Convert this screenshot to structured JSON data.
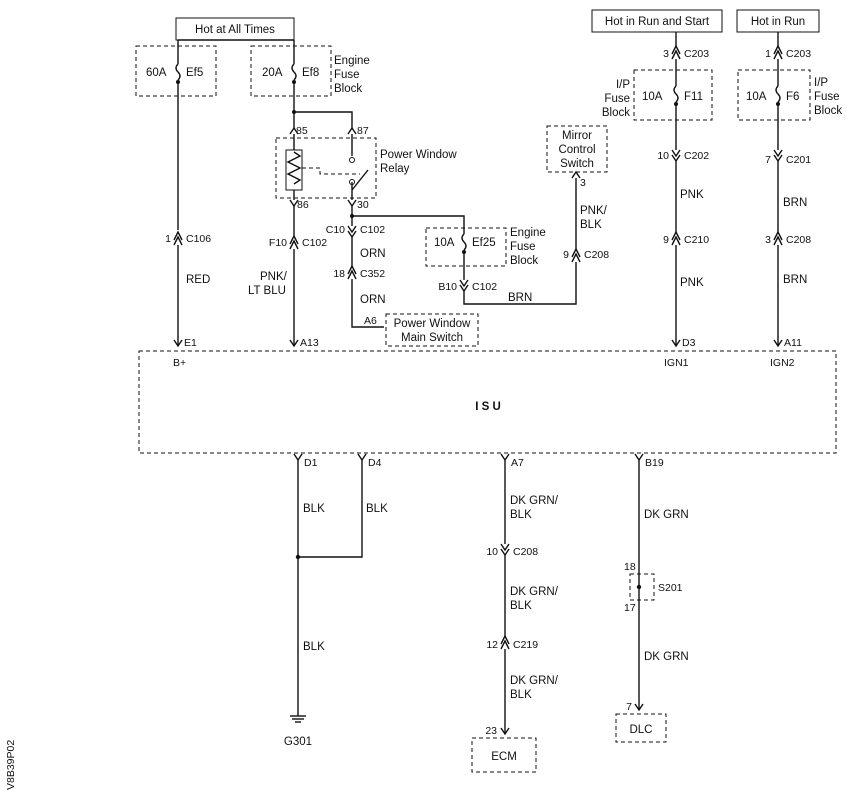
{
  "supplies": {
    "hot_all_times": "Hot at All Times",
    "hot_run_start": "Hot in Run and Start",
    "hot_run": "Hot in Run"
  },
  "fuses": {
    "ef5": {
      "rating": "60A",
      "name": "Ef5"
    },
    "ef8": {
      "rating": "20A",
      "name": "Ef8"
    },
    "ef25": {
      "rating": "10A",
      "name": "Ef25"
    },
    "f11": {
      "rating": "10A",
      "name": "F11"
    },
    "f6": {
      "rating": "10A",
      "name": "F6"
    }
  },
  "labels": {
    "engine_fuse_block": [
      "Engine",
      "Fuse",
      "Block"
    ],
    "ip_fuse_block": [
      "I/P",
      "Fuse",
      "Block"
    ],
    "power_window_relay": [
      "Power Window",
      "Relay"
    ],
    "mirror_control_switch": [
      "Mirror",
      "Control",
      "Switch"
    ],
    "power_window_main_switch": [
      "Power Window",
      "Main Switch"
    ],
    "isu": "I S U",
    "ecm": "ECM",
    "dlc": "DLC",
    "ground": "G301",
    "figure_id": "V8B39P02"
  },
  "relay_pins": {
    "p85": "85",
    "p87": "87",
    "p86": "86",
    "p30": "30"
  },
  "connectors": {
    "c106": {
      "pin": "1",
      "name": "C106"
    },
    "c102_f10": {
      "pin": "F10",
      "name": "C102"
    },
    "c102_c10": {
      "pin": "C10",
      "name": "C102"
    },
    "c352": {
      "pin": "18",
      "name": "C352"
    },
    "c102_b10": {
      "pin": "B10",
      "name": "C102"
    },
    "c208_top": {
      "pin": "9",
      "name": "C208"
    },
    "c203_a": {
      "pin": "3",
      "name": "C203"
    },
    "c202": {
      "pin": "10",
      "name": "C202"
    },
    "c210": {
      "pin": "9",
      "name": "C210"
    },
    "c203_b": {
      "pin": "1",
      "name": "C203"
    },
    "c201": {
      "pin": "7",
      "name": "C201"
    },
    "c208_right": {
      "pin": "3",
      "name": "C208"
    },
    "c208_low": {
      "pin": "10",
      "name": "C208"
    },
    "c219": {
      "pin": "12",
      "name": "C219"
    }
  },
  "wire_colors": {
    "red": "RED",
    "pnk_lt_blu": [
      "PNK/",
      "LT BLU"
    ],
    "orn": "ORN",
    "brn": "BRN",
    "pnk_blk": [
      "PNK/",
      "BLK"
    ],
    "pnk": "PNK",
    "blk": "BLK",
    "dk_grn_blk": [
      "DK GRN/",
      "BLK"
    ],
    "dk_grn": "DK GRN"
  },
  "pins": {
    "e1": "E1",
    "b_plus": "B+",
    "a13": "A13",
    "a6": "A6",
    "mirror_pin": "3",
    "d3": "D3",
    "ign1": "IGN1",
    "a11": "A11",
    "ign2": "IGN2",
    "d1": "D1",
    "d4": "D4",
    "a7": "A7",
    "b19": "B19",
    "ecm_pin": "23",
    "dlc_pin": "7",
    "s201": "S201",
    "s201_in": "18",
    "s201_out": "17"
  }
}
